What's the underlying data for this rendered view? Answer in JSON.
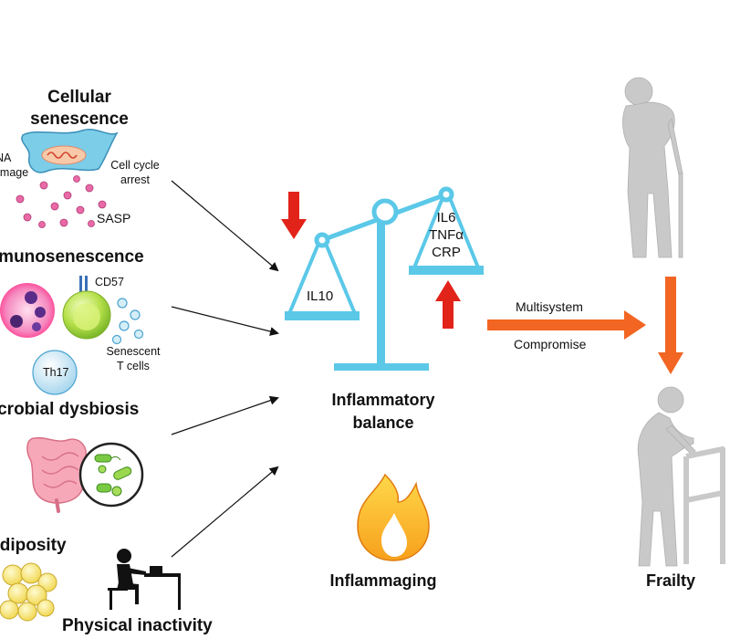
{
  "factors": {
    "senescence": {
      "title_line1": "Cellular",
      "title_line2": "senescence",
      "dna_line1": "DNA",
      "dna_line2": "damage",
      "arrest_line1": "Cell cycle",
      "arrest_line2": "arrest",
      "sasp": "SASP"
    },
    "immunosenescence": {
      "title": "Immunosenescence",
      "cd57": "CD57",
      "th17": "Th17",
      "senescent_line1": "Senescent",
      "senescent_line2": "T cells"
    },
    "dysbiosis": {
      "title": "Microbial dysbiosis"
    },
    "adiposity": {
      "title": "Adiposity"
    },
    "inactivity": {
      "title": "Physical inactivity"
    }
  },
  "balance": {
    "left_label": "IL10",
    "right_line1": "IL6",
    "right_line2": "TNFα",
    "right_line3": "CRP",
    "caption_line1": "Inflammatory",
    "caption_line2": "balance",
    "beam_color": "#5BC8E8",
    "arrow_color": "#E2231A"
  },
  "multisystem": {
    "line1": "Multisystem",
    "line2": "Compromise",
    "arrow_color": "#F26522"
  },
  "inflammaging": {
    "label": "Inflammaging"
  },
  "frailty": {
    "label": "Frailty",
    "figure_color": "#C9C9C9"
  }
}
